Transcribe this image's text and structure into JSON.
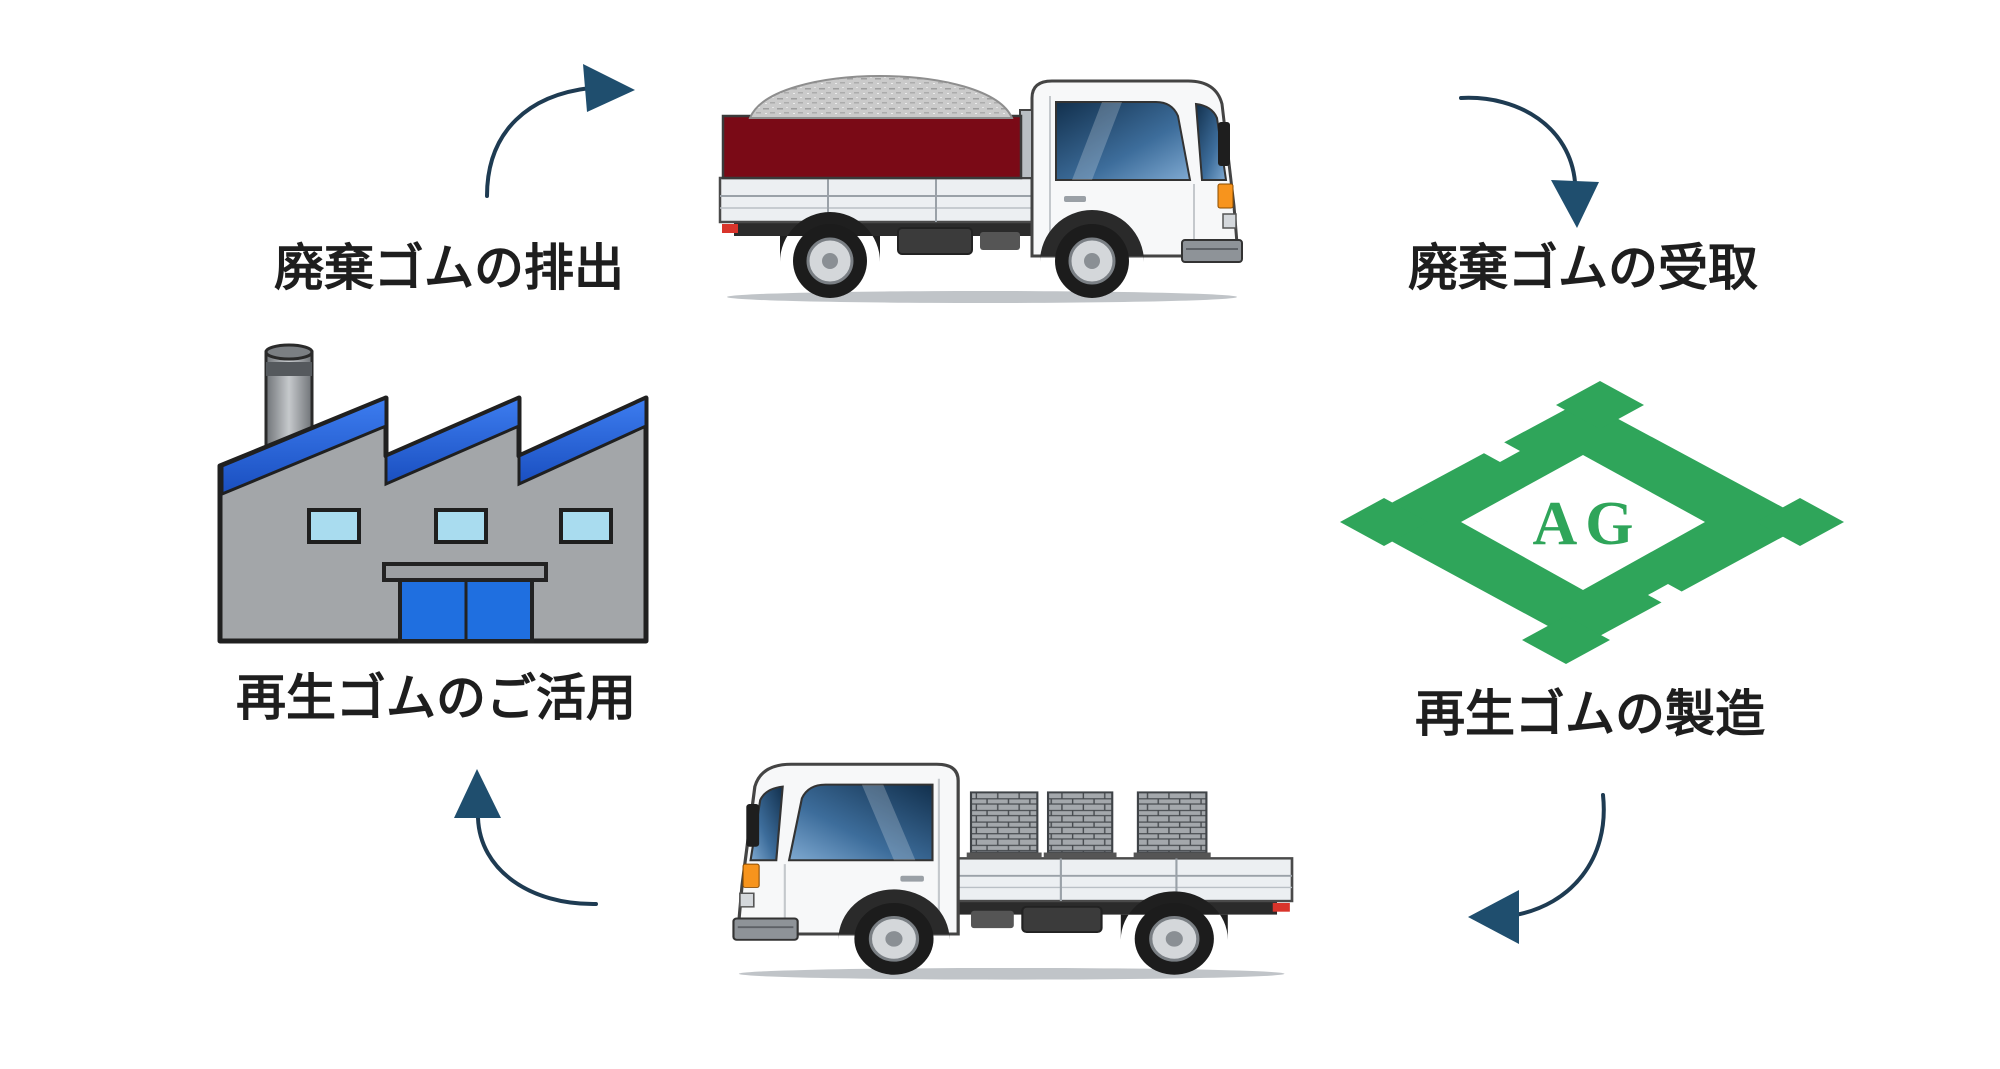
{
  "labels": {
    "waste_discharge": "廃棄ゴムの排出",
    "waste_receipt": "廃棄ゴムの受取",
    "recycled_manufacturing": "再生ゴムの製造",
    "recycled_use": "再生ゴムのご活用"
  },
  "logo": {
    "text": "AG"
  },
  "icons": {
    "top": "waste-rubber-truck-icon",
    "right": "ag-company-logo-icon",
    "bottom": "recycled-rubber-truck-icon",
    "left": "factory-icon",
    "arrows": "cycle-arrow-icon"
  },
  "colors": {
    "arrow_line": "#1e3b52",
    "arrow_head": "#1f4e6e",
    "logo_green": "#2fa55a",
    "factory_roof": "#1f5ad1",
    "factory_wall": "#a3a6a9",
    "factory_door": "#1f6fe0",
    "cargo_red": "#7a0a16",
    "text": "#1e1e1e"
  }
}
